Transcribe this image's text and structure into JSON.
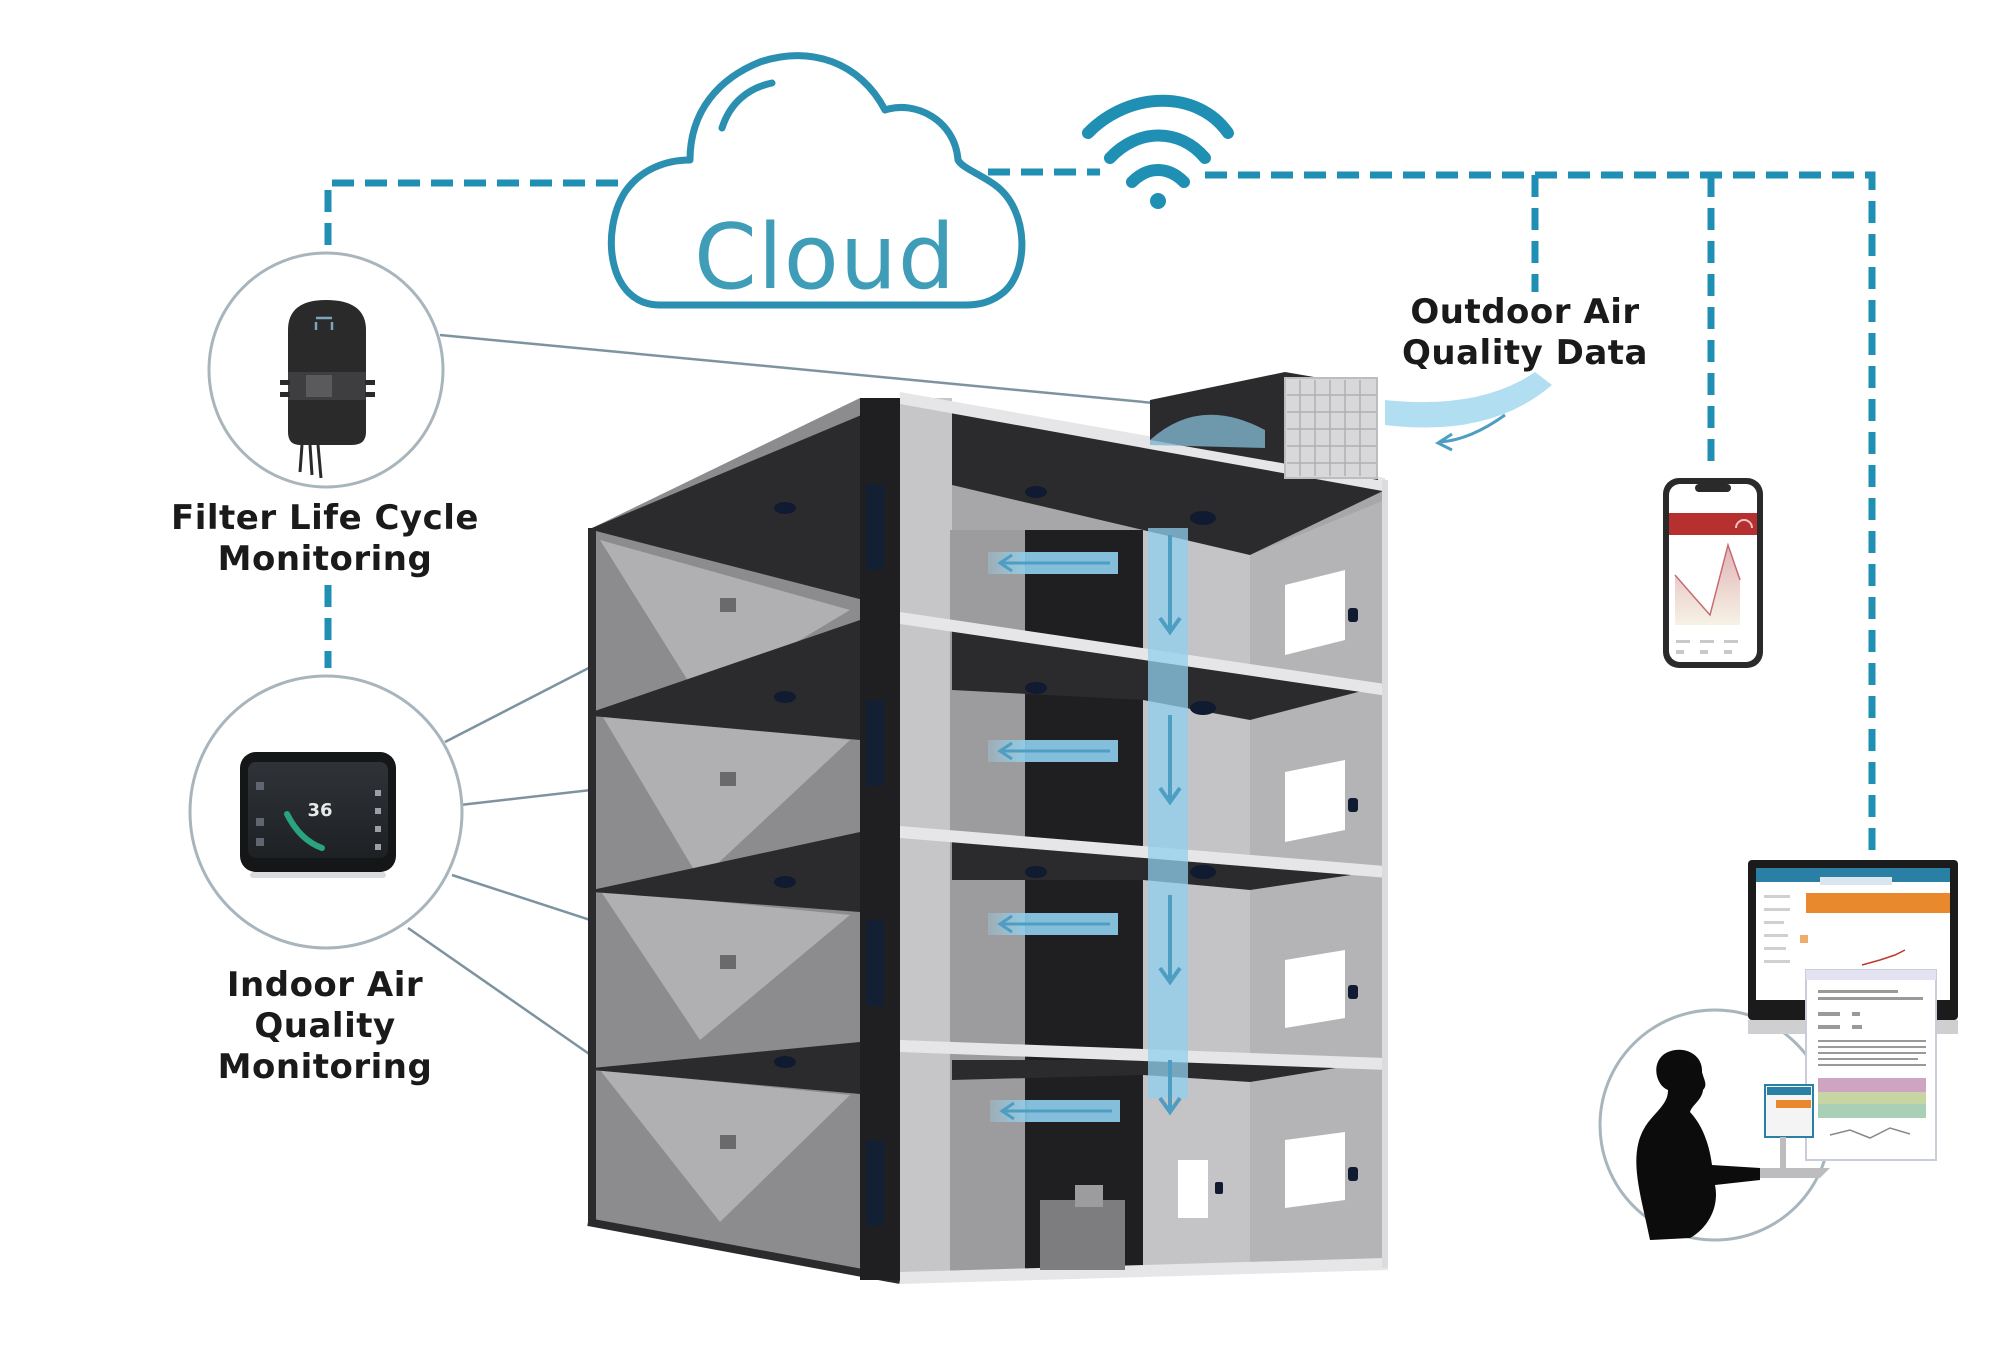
{
  "diagram": {
    "title": "Building Air Quality Monitoring System",
    "cloud": {
      "label": "Cloud",
      "icon": "cloud-icon"
    },
    "wifi": {
      "icon": "wifi-icon"
    },
    "nodes": {
      "filter_monitor": {
        "label_line1": "Filter Life Cycle",
        "label_line2": "Monitoring",
        "icon": "filter-sensor-icon"
      },
      "indoor_monitor": {
        "label_line1": "Indoor Air",
        "label_line2": "Quality",
        "label_line3": "Monitoring",
        "icon": "air-quality-monitor-icon",
        "display_value": "36"
      },
      "outdoor_data": {
        "label_line1": "Outdoor Air",
        "label_line2": "Quality Data"
      },
      "mobile_app": {
        "icon": "smartphone-icon"
      },
      "desktop_dashboard": {
        "icon": "desktop-monitor-icon"
      },
      "user": {
        "icon": "person-at-computer-icon"
      }
    },
    "building": {
      "floors": 4,
      "icon": "building-cutaway-icon"
    },
    "colors": {
      "connection": "#1f8fb3",
      "cloud": "#2a8fb0",
      "airflow": "#8fd0ee",
      "leader_line": "#7d94a0",
      "building_dark": "#2b2b2d",
      "building_mid": "#8c8c8e",
      "building_light": "#bdbdbf",
      "app_header": "#b5302f",
      "dashboard_header": "#2a7fa5",
      "dashboard_accent": "#e8892e"
    }
  }
}
